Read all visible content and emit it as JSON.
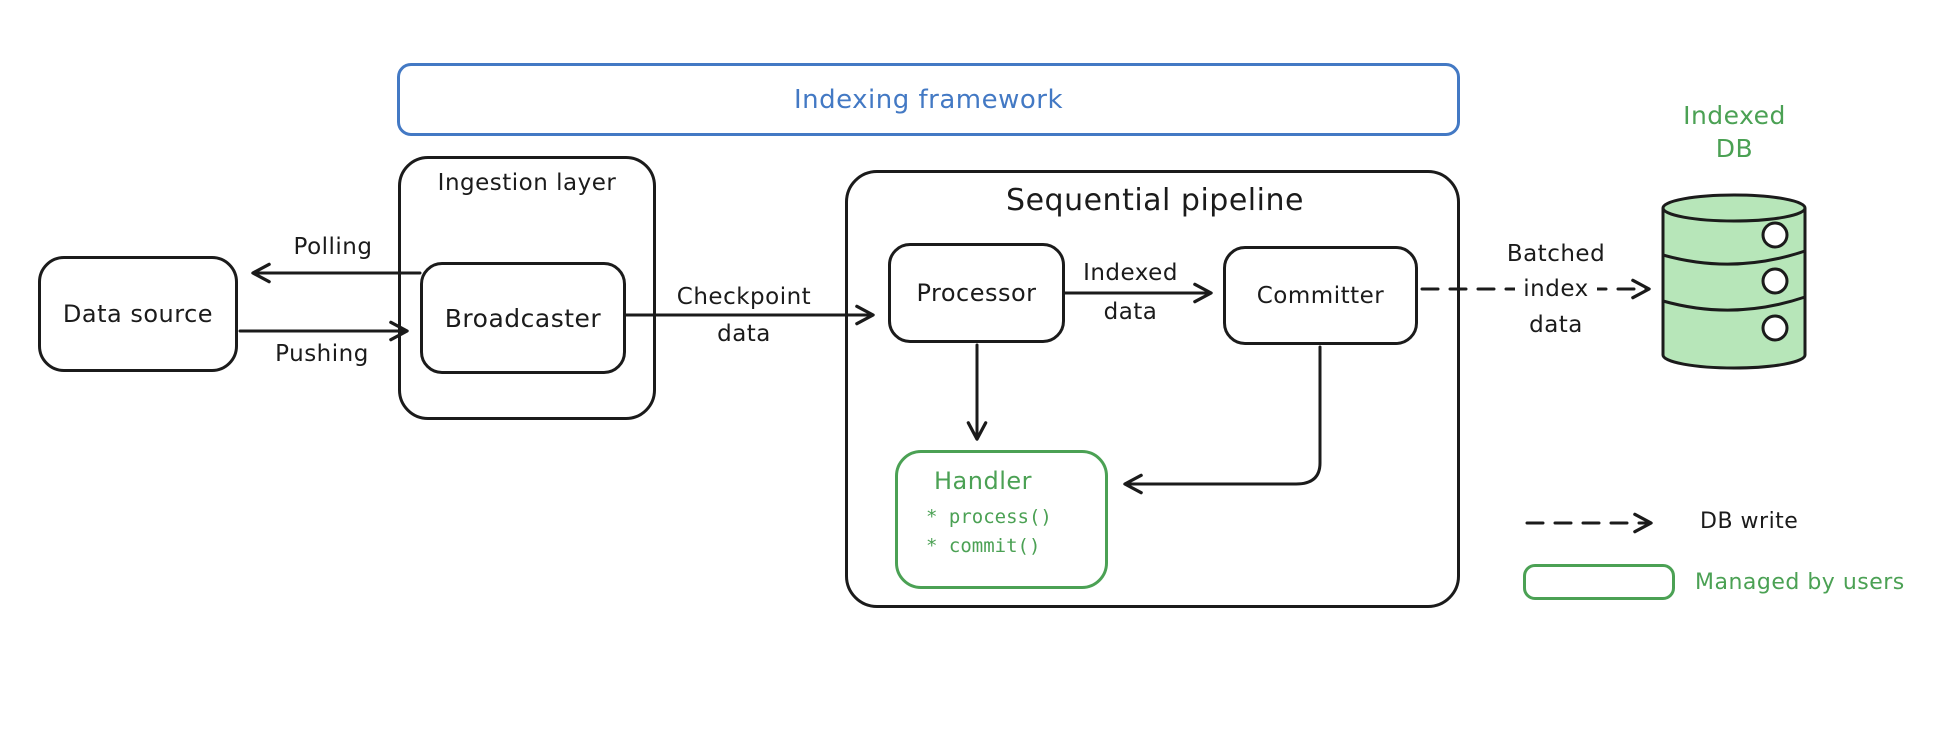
{
  "diagram": {
    "frame_title": "Indexing framework",
    "nodes": {
      "data_source": "Data source",
      "ingestion_layer": "Ingestion layer",
      "broadcaster": "Broadcaster",
      "sequential_pipeline": "Sequential pipeline",
      "processor": "Processor",
      "committer": "Committer",
      "handler": {
        "title": "Handler",
        "methods": [
          "* process()",
          "* commit()"
        ]
      },
      "indexed_db": {
        "lines": [
          "Indexed",
          "DB"
        ]
      }
    },
    "edges": {
      "polling": "Polling",
      "pushing": "Pushing",
      "checkpoint_data": {
        "lines": [
          "Checkpoint",
          "data"
        ]
      },
      "indexed_data": {
        "lines": [
          "Indexed",
          "data"
        ]
      },
      "batched_index_data": {
        "lines": [
          "Batched",
          "index",
          "data"
        ]
      }
    },
    "legend": {
      "db_write": "DB write",
      "managed_by_users": "Managed by users"
    },
    "colors": {
      "stroke": "#1b1b1b",
      "accent_blue": "#4379c4",
      "accent_green": "#4ba154",
      "db_fill": "#b7e6b9",
      "background": "#ffffff"
    }
  }
}
